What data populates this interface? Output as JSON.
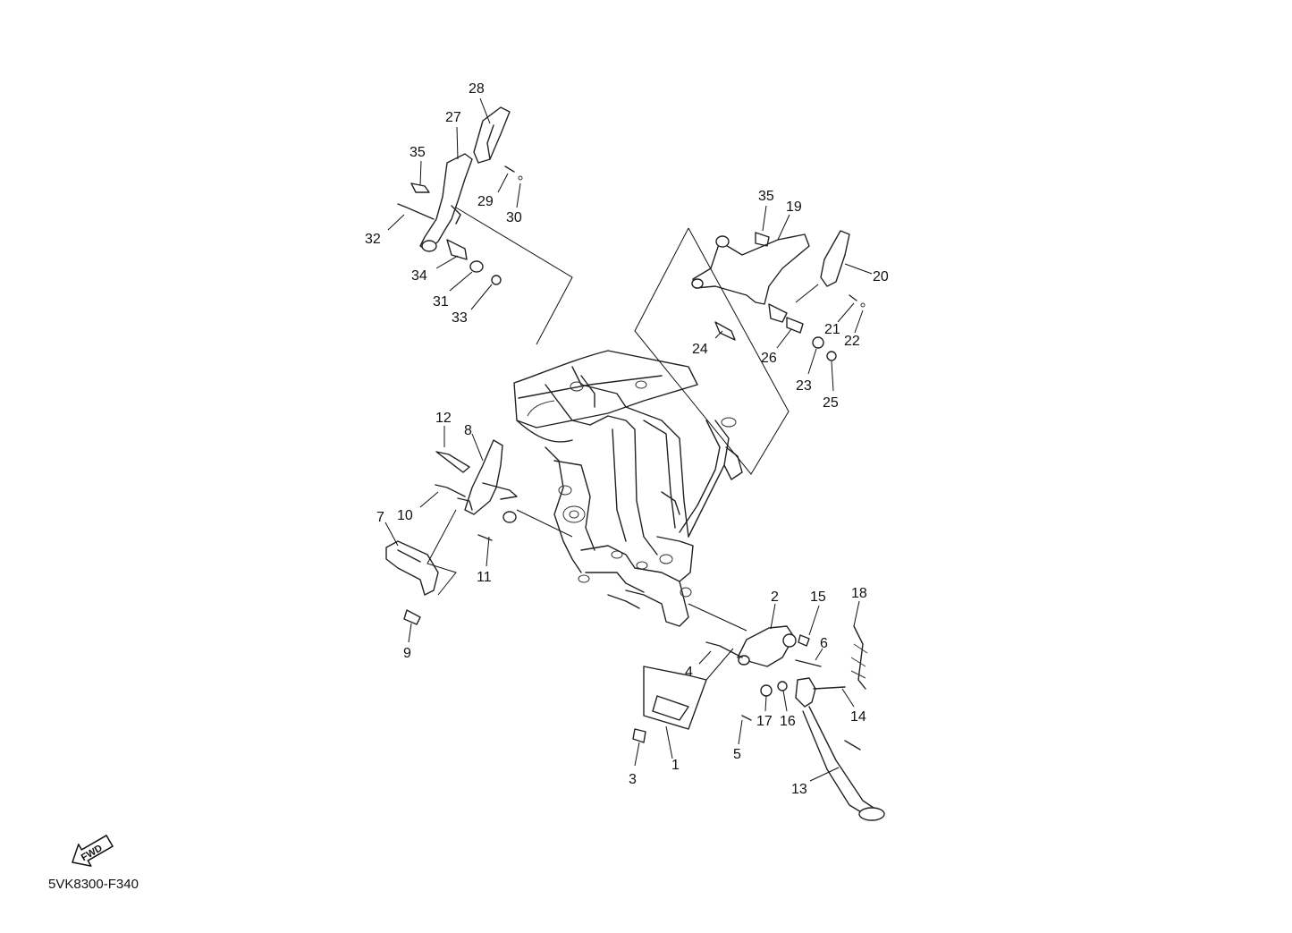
{
  "diagram_code": "5VK8300-F340",
  "fwd_label": "FWD",
  "icons": {
    "fwd": "fwd-arrow-icon"
  },
  "callouts": [
    {
      "id": "1",
      "text": "1"
    },
    {
      "id": "2",
      "text": "2"
    },
    {
      "id": "3",
      "text": "3"
    },
    {
      "id": "4",
      "text": "4"
    },
    {
      "id": "5",
      "text": "5"
    },
    {
      "id": "6",
      "text": "6"
    },
    {
      "id": "7",
      "text": "7"
    },
    {
      "id": "8",
      "text": "8"
    },
    {
      "id": "9",
      "text": "9"
    },
    {
      "id": "10",
      "text": "10"
    },
    {
      "id": "11",
      "text": "11"
    },
    {
      "id": "12",
      "text": "12"
    },
    {
      "id": "13",
      "text": "13"
    },
    {
      "id": "14",
      "text": "14"
    },
    {
      "id": "15",
      "text": "15"
    },
    {
      "id": "16",
      "text": "16"
    },
    {
      "id": "17",
      "text": "17"
    },
    {
      "id": "18",
      "text": "18"
    },
    {
      "id": "19",
      "text": "19"
    },
    {
      "id": "20",
      "text": "20"
    },
    {
      "id": "21",
      "text": "21"
    },
    {
      "id": "22",
      "text": "22"
    },
    {
      "id": "23",
      "text": "23"
    },
    {
      "id": "24",
      "text": "24"
    },
    {
      "id": "25",
      "text": "25"
    },
    {
      "id": "26",
      "text": "26"
    },
    {
      "id": "27",
      "text": "27"
    },
    {
      "id": "28",
      "text": "28"
    },
    {
      "id": "29",
      "text": "29"
    },
    {
      "id": "30",
      "text": "30"
    },
    {
      "id": "31",
      "text": "31"
    },
    {
      "id": "32",
      "text": "32"
    },
    {
      "id": "33",
      "text": "33"
    },
    {
      "id": "34",
      "text": "34"
    },
    {
      "id": "35a",
      "text": "35"
    },
    {
      "id": "35b",
      "text": "35"
    }
  ]
}
